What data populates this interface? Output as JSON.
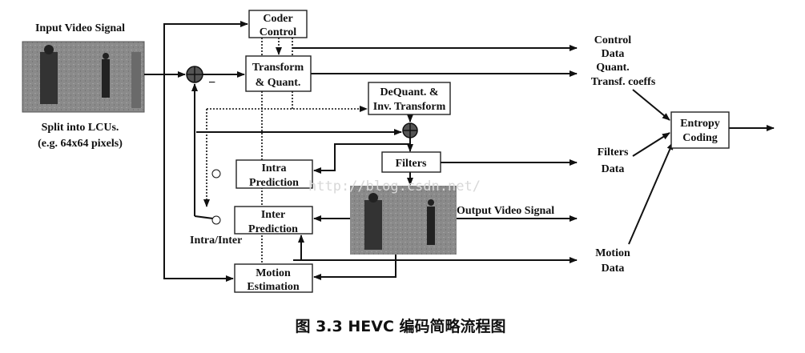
{
  "input": {
    "title": "Input Video Signal",
    "split_line1": "Split into LCUs.",
    "split_line2": "(e.g. 64x64 pixels)"
  },
  "blocks": {
    "coder_control": [
      "Coder",
      "Control"
    ],
    "transform_quant": [
      "Transform",
      "& Quant."
    ],
    "dequant": [
      "DeQuant. &",
      "Inv. Transform"
    ],
    "filters": "Filters",
    "intra": [
      "Intra",
      "Prediction"
    ],
    "inter": [
      "Inter",
      "Prediction"
    ],
    "motion": [
      "Motion",
      "Estimation"
    ],
    "entropy": [
      "Entropy",
      "Coding"
    ]
  },
  "switch_label": "Intra/Inter",
  "output_label": "Output Video Signal",
  "minus_sign": "−",
  "side_labels": {
    "control": [
      "Control",
      "Data"
    ],
    "quant": [
      "Quant.",
      "Transf. coeffs"
    ],
    "filters": [
      "Filters",
      "Data"
    ],
    "motion": [
      "Motion",
      "Data"
    ]
  },
  "watermark": "http://blog.csdn.net/",
  "caption": "图 3.3   HEVC 编码简略流程图"
}
